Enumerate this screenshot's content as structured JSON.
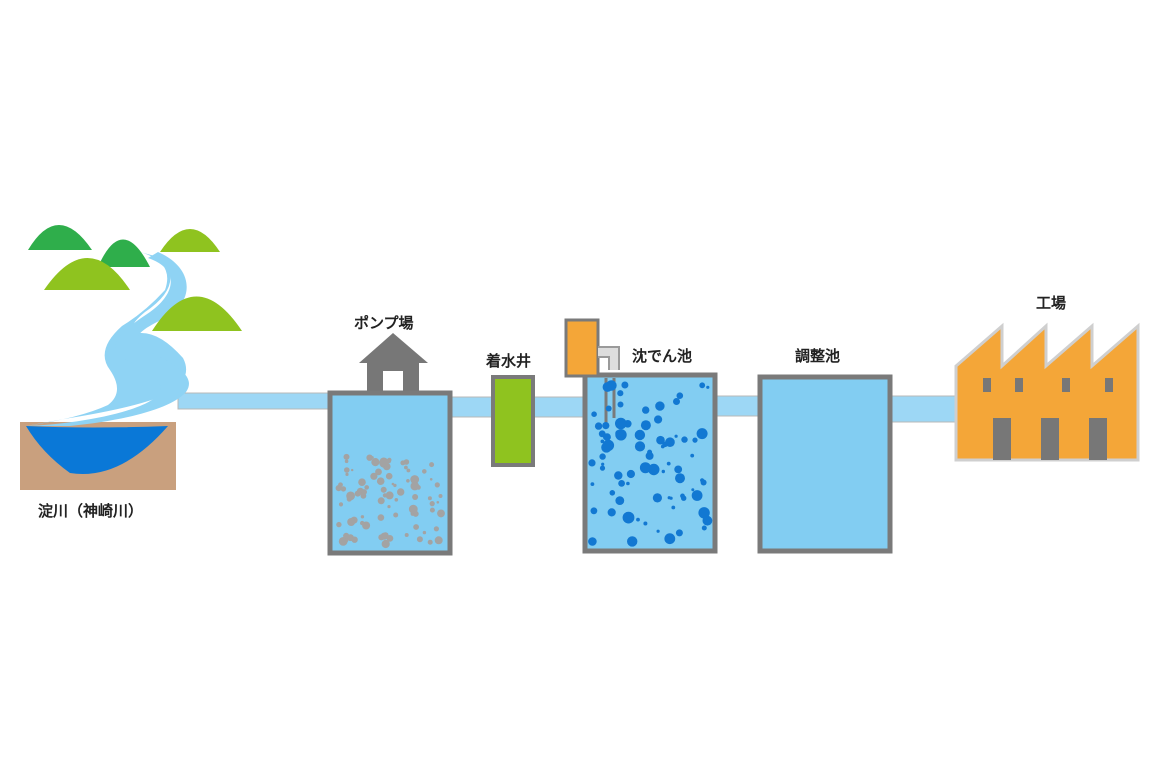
{
  "labels": {
    "river": "淀川（神崎川）",
    "pump_station": "ポンプ場",
    "receiving_well": "着水井",
    "sedimentation_basin": "沈でん池",
    "regulating_pond": "調整池",
    "factory": "工場"
  },
  "colors": {
    "water_light": "#82cdf2",
    "water_deep": "#0a78d7",
    "outline_gray": "#7a7a7a",
    "pipe_fill": "#9dd7f5",
    "soil": "#c9a07e",
    "hill_dark": "#2fae4b",
    "hill_light": "#8fc31f",
    "receiving_well": "#8fc31f",
    "device_orange": "#f4a638",
    "factory_orange": "#f4a638",
    "building_gray": "#777777",
    "bubble_blue": "#1278d2",
    "particle_gray": "#a3a3a3"
  },
  "icons": {
    "pump_station": "house-icon",
    "factory": "factory-icon",
    "hills": "hill-icon"
  }
}
